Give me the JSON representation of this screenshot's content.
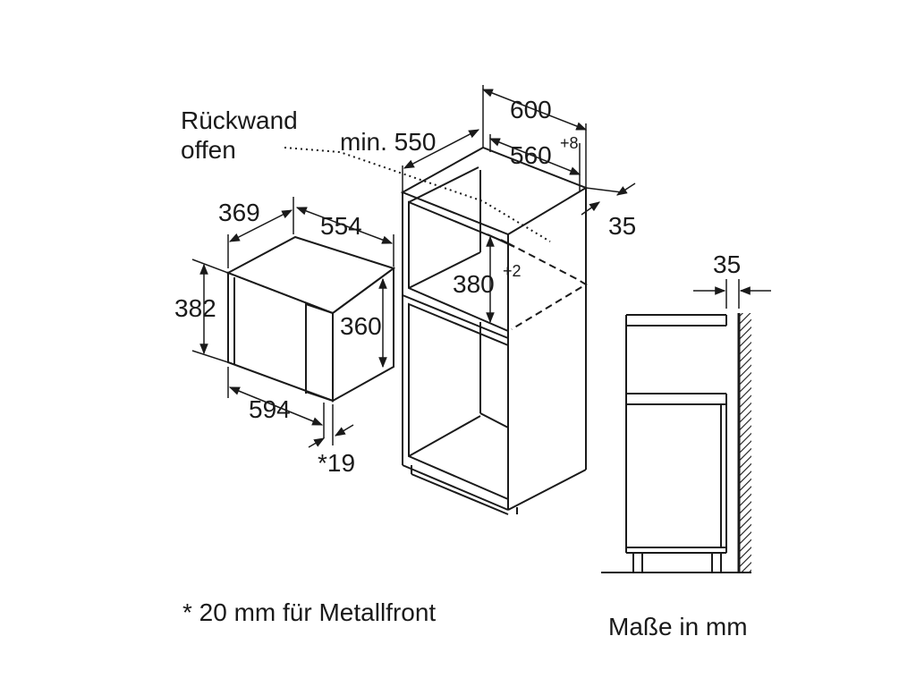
{
  "labels": {
    "rueckwand_line1": "Rückwand",
    "rueckwand_line2": "offen",
    "min550": "min. 550",
    "d600": "600",
    "d560": "560",
    "d560_sup": "+8",
    "d35_top": "35",
    "d369": "369",
    "d554": "554",
    "d382": "382",
    "d360": "360",
    "d380": "380",
    "d380_sup": "+2",
    "d594": "594",
    "d19": "*19",
    "d35_side": "35"
  },
  "footnote": "* 20 mm für Metallfront",
  "units": "Maße in mm"
}
